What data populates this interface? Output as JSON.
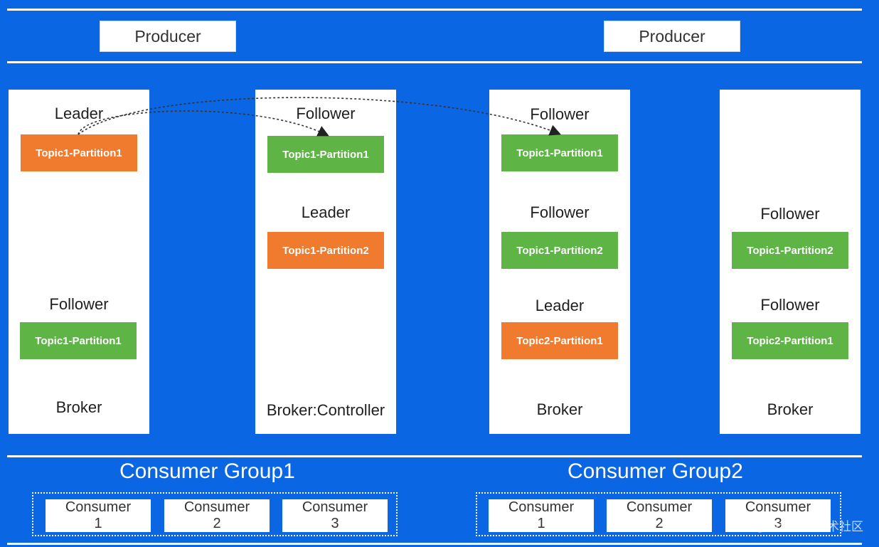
{
  "producers": [
    {
      "label": "Producer"
    },
    {
      "label": "Producer"
    }
  ],
  "brokers": [
    {
      "label": "Broker",
      "entries": [
        {
          "role": "Leader",
          "partition": "Topic1-Partition1",
          "type": "leader"
        },
        {
          "role": "Follower",
          "partition": "Topic1-Partition1",
          "type": "follower"
        }
      ]
    },
    {
      "label": "Broker:Controller",
      "entries": [
        {
          "role": "Follower",
          "partition": "Topic1-Partition1",
          "type": "follower"
        },
        {
          "role": "Leader",
          "partition": "Topic1-Partition2",
          "type": "leader"
        }
      ]
    },
    {
      "label": "Broker",
      "entries": [
        {
          "role": "Follower",
          "partition": "Topic1-Partition1",
          "type": "follower"
        },
        {
          "role": "Follower",
          "partition": "Topic1-Partition2",
          "type": "follower"
        },
        {
          "role": "Leader",
          "partition": "Topic2-Partition1",
          "type": "leader"
        }
      ]
    },
    {
      "label": "Broker",
      "entries": [
        {
          "role": "Follower",
          "partition": "Topic1-Partition2",
          "type": "follower"
        },
        {
          "role": "Follower",
          "partition": "Topic2-Partition1",
          "type": "follower"
        }
      ]
    }
  ],
  "consumer_groups": [
    {
      "title": "Consumer Group1",
      "consumers": [
        {
          "label": "Consumer",
          "number": "1"
        },
        {
          "label": "Consumer",
          "number": "2"
        },
        {
          "label": "Consumer",
          "number": "3"
        }
      ]
    },
    {
      "title": "Consumer Group2",
      "consumers": [
        {
          "label": "Consumer",
          "number": "1"
        },
        {
          "label": "Consumer",
          "number": "2"
        },
        {
          "label": "Consumer",
          "number": "3"
        }
      ]
    }
  ],
  "watermark": "@稀土掘金技术社区",
  "colors": {
    "background": "#0b66e4",
    "leader": "#f07a2e",
    "follower": "#5fb446"
  }
}
